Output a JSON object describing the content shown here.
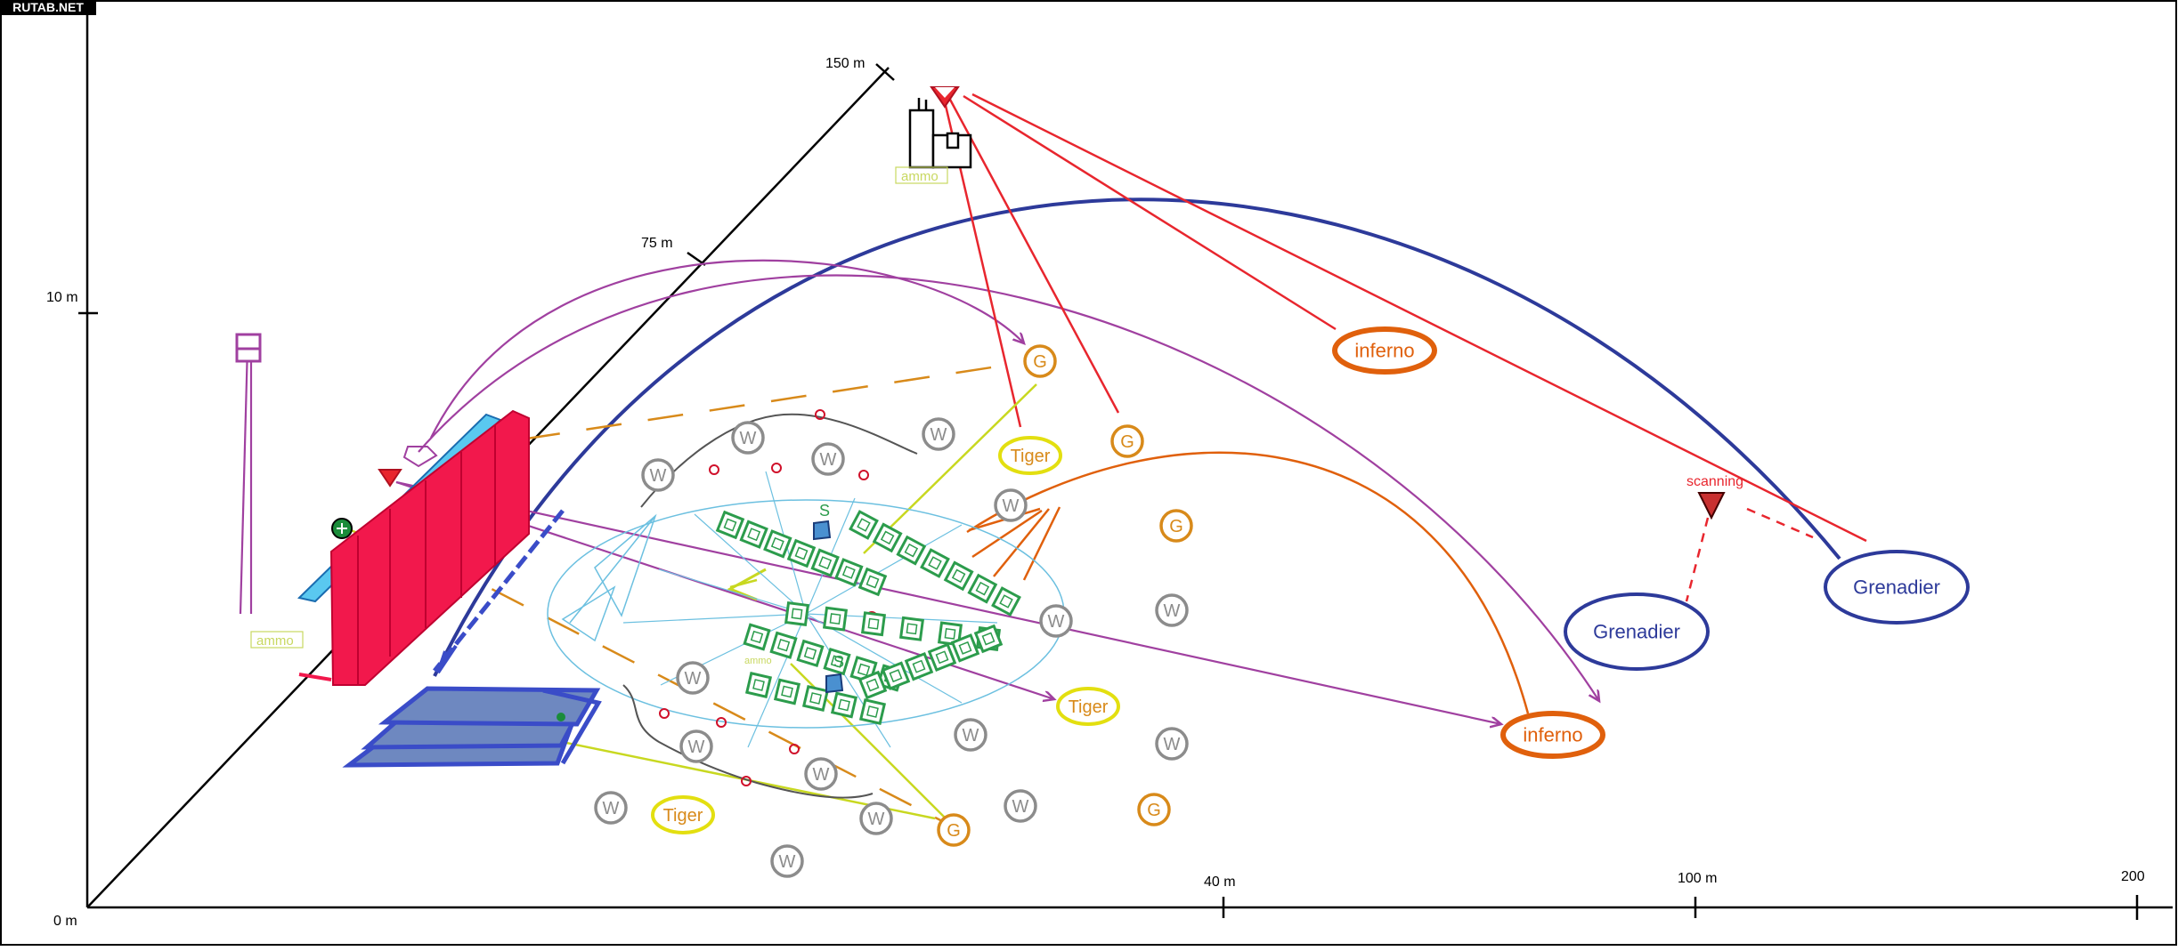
{
  "watermark": "RUTAB.NET",
  "axes": {
    "origin": "0 m",
    "y_tick": "10 m",
    "depth_ticks": [
      "75 m",
      "150 m"
    ],
    "x_ticks": [
      "40 m",
      "100 m",
      "200"
    ]
  },
  "units": {
    "inferno": "inferno",
    "grenadier": "Grenadier",
    "tiger": "Tiger",
    "g": "G",
    "w": "W",
    "s": "S"
  },
  "labels": {
    "ammo": "ammo",
    "scanning": "scanning"
  },
  "colors": {
    "inferno": "#e0600c",
    "grenadier": "#2d3a9a",
    "tiger": "#e3df10",
    "g": "#d88a1a",
    "w": "#8c8c8c",
    "red_line": "#e8262e",
    "purple_line": "#a040a0",
    "wall": "#f2184c",
    "trench": "#2c9c4c",
    "tank": "#3a4cc8",
    "ammo": "#c8d860"
  }
}
